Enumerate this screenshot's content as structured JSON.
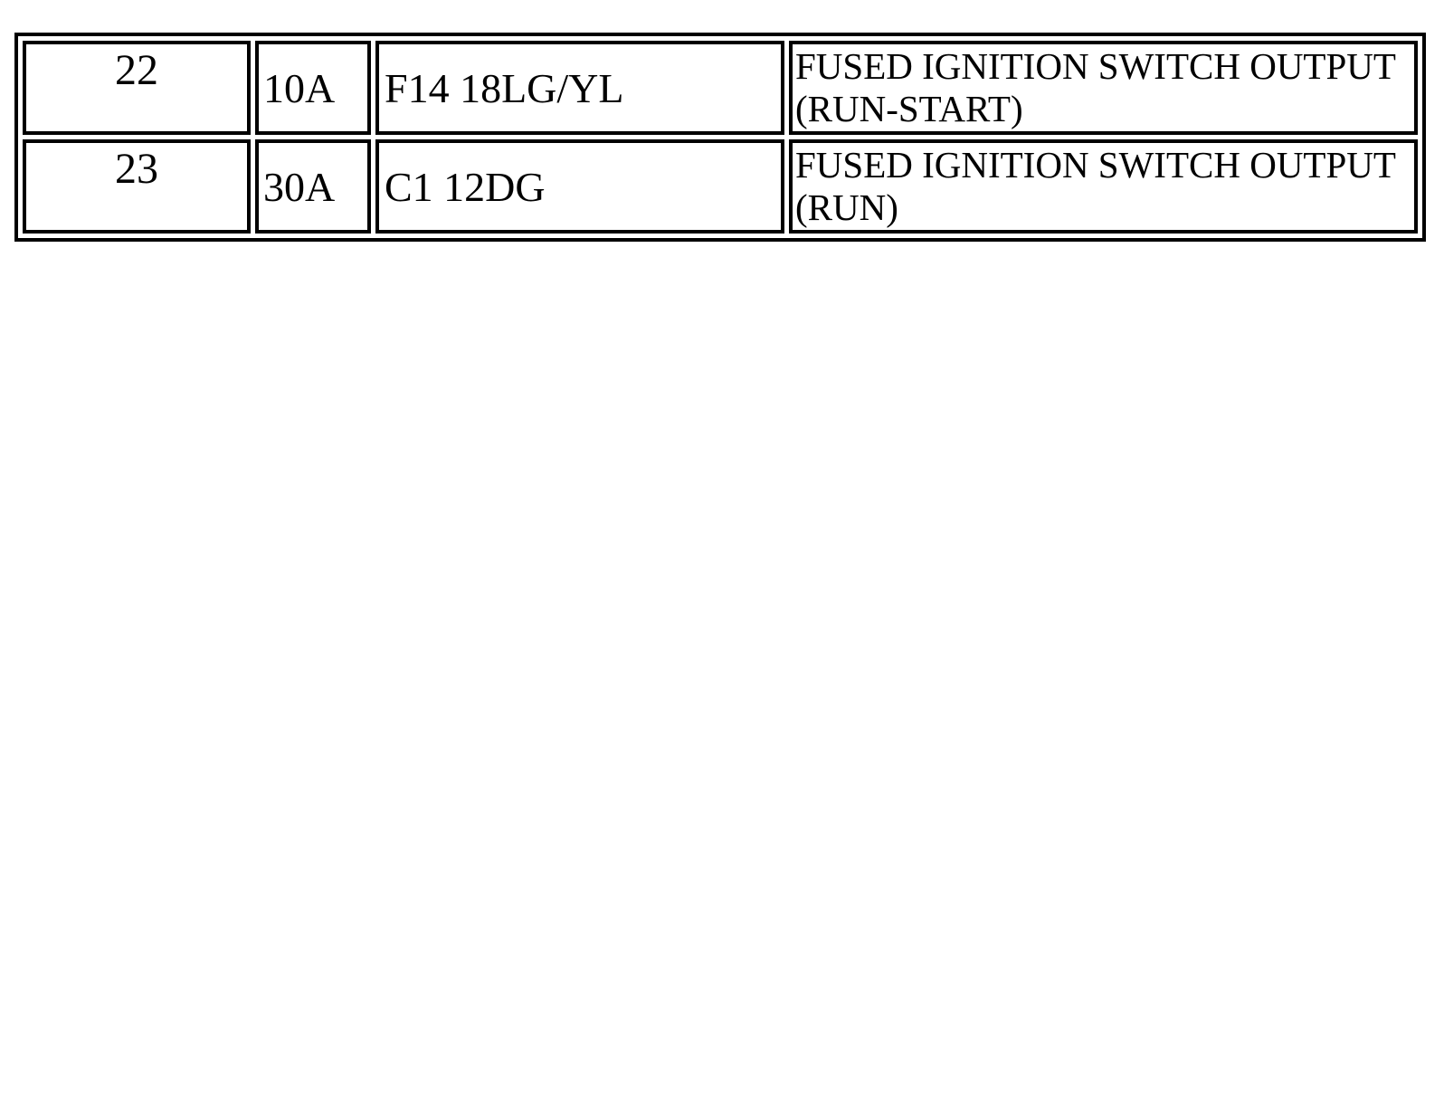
{
  "page": {
    "background_color": "#ffffff",
    "border_color": "#000000",
    "text_color": "#000000"
  },
  "fuse_table": {
    "columns": [
      "fuse_number",
      "amperage",
      "circuit",
      "function"
    ],
    "rows": [
      {
        "number": "22",
        "amperage": "10A",
        "circuit": "F14 18LG/YL",
        "function": {
          "line1": "FUSED IGNITION SWITCH OUTPUT",
          "line2": "(RUN-START)",
          "full": "FUSED IGNITION SWITCH OUTPUT (RUN-START)"
        }
      },
      {
        "number": "23",
        "amperage": "30A",
        "circuit": "C1 12DG",
        "function": {
          "line1": "FUSED IGNITION SWITCH OUTPUT",
          "line2": "(RUN)",
          "full": "FUSED IGNITION SWITCH OUTPUT (RUN)"
        }
      }
    ]
  }
}
